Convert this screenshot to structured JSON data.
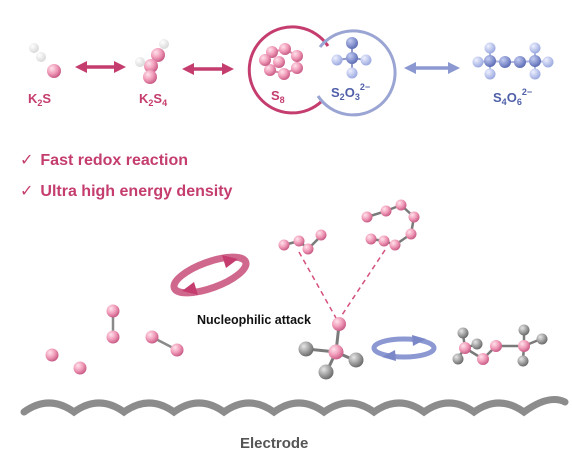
{
  "species": {
    "k2s": {
      "main": "K",
      "sub1": "2",
      "mid": "S"
    },
    "k2s4": {
      "main": "K",
      "sub1": "2",
      "mid": "S",
      "sub2": "4"
    },
    "s8": {
      "main": "S",
      "sub1": "8"
    },
    "s2o3": {
      "main": "S",
      "sub1": "2",
      "mid": "O",
      "sub2": "3",
      "sup": "2−"
    },
    "s4o6": {
      "main": "S",
      "sub1": "4",
      "mid": "O",
      "sub2": "6",
      "sup": "2−"
    }
  },
  "benefits": [
    {
      "check": "✓",
      "text": "Fast redox reaction"
    },
    {
      "check": "✓",
      "text": "Ultra high energy density"
    }
  ],
  "annotations": {
    "nucleophilic": "Nucleophilic attack",
    "electrode": "Electrode"
  },
  "colors": {
    "pink": "#c43d6e",
    "pink_atom": "#f2a6c0",
    "blue": "#4f5fa8",
    "blue_atom": "#b4bfe6",
    "grey_atom": "#8a8a8a",
    "electrode": "#8c8c8c"
  }
}
